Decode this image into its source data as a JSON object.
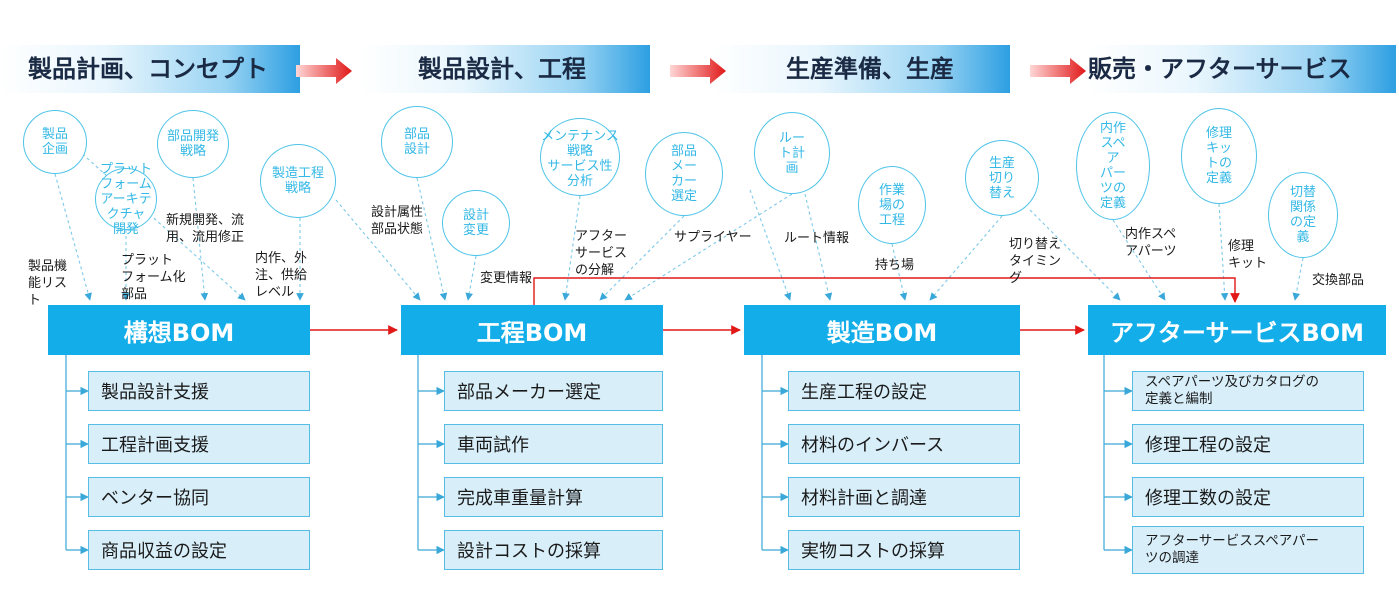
{
  "phases": [
    {
      "label": "製品計画、コンセプト"
    },
    {
      "label": "製品設計、工程"
    },
    {
      "label": "生産準備、生産"
    },
    {
      "label": "販売・アフターサービス"
    }
  ],
  "boms": [
    {
      "title": "構想BOM",
      "items": [
        "製品設計支援",
        "工程計画支援",
        "ベンター協同",
        "商品収益の設定"
      ]
    },
    {
      "title": "工程BOM",
      "items": [
        "部品メーカー選定",
        "車両試作",
        "完成車重量計算",
        "設計コストの採算"
      ]
    },
    {
      "title": "製造BOM",
      "items": [
        "生産工程の設定",
        "材料のインバース",
        "材料計画と調達",
        "実物コストの採算"
      ]
    },
    {
      "title": "アフターサービスBOM",
      "items": [
        "スペアパーツ及びカタログの\n定義と編制",
        "修理工程の設定",
        "修理工数の設定",
        "アフターサービススペアパー\nツの調達"
      ]
    }
  ],
  "bubbles": [
    "製品\n企画",
    "プラットフォーム\nアーキテクチャ\n開発",
    "部品開発\n戦略",
    "製造工程\n戦略",
    "部品\n設計",
    "設計\n変更",
    "メンテナンス戦略\nサービス性\n分析",
    "部品\nメー\nカー\n選定",
    "ルー\nト計\n画",
    "作業\n場の\n工程",
    "生産\n切り\n替え",
    "内作\nスペ\nア\nパー\nツの\n定義",
    "修理\nキッ\nトの\n定義",
    "切替\n関係\nの定\n義"
  ],
  "labels": [
    "製品機\n能リス\nト",
    "プラット\nフォーム化\n部品",
    "新規開発、流\n用、流用修正",
    "内作、外\n注、供給\nレベル",
    "設計属性\n部品状態",
    "変更情報",
    "アフター\nサービス\nの分解",
    "サプライヤー",
    "ルート情報",
    "持ち場",
    "切り替え\nタイミン\nグ",
    "内作スペ\nアパーツ",
    "修理\nキット",
    "交換部品"
  ]
}
